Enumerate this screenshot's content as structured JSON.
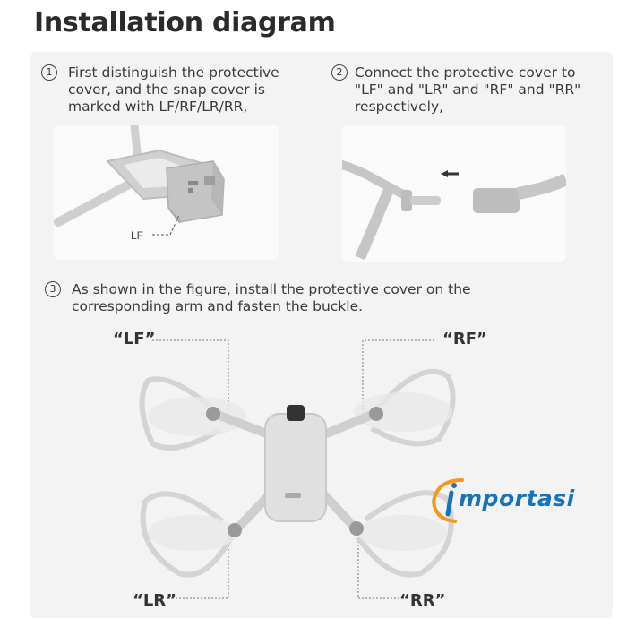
{
  "title": "Installation diagram",
  "steps": [
    {
      "num": "1",
      "text": "First distinguish the protective\ncover, and the snap cover is\nmarked with LF/RF/LR/RR,"
    },
    {
      "num": "2",
      "text": "Connect the protective cover to\n\"LF\" and \"LR\" and \"RF\" and \"RR\"\nrespectively,"
    },
    {
      "num": "3",
      "text": "As shown in the figure, install the protective cover on the\ncorresponding arm and fasten the buckle."
    }
  ],
  "figure1": {
    "marker": "LF"
  },
  "arm_labels": {
    "lf": "“LF”",
    "rf": "“RF”",
    "lr": "“LR”",
    "rr": "“RR”"
  },
  "logo": {
    "text": "mportasi"
  },
  "colors": {
    "panel": "#f3f3f3",
    "part": "#c8c8c8",
    "logo_blue": "#1a73b8",
    "logo_orange": "#f39a1e"
  }
}
